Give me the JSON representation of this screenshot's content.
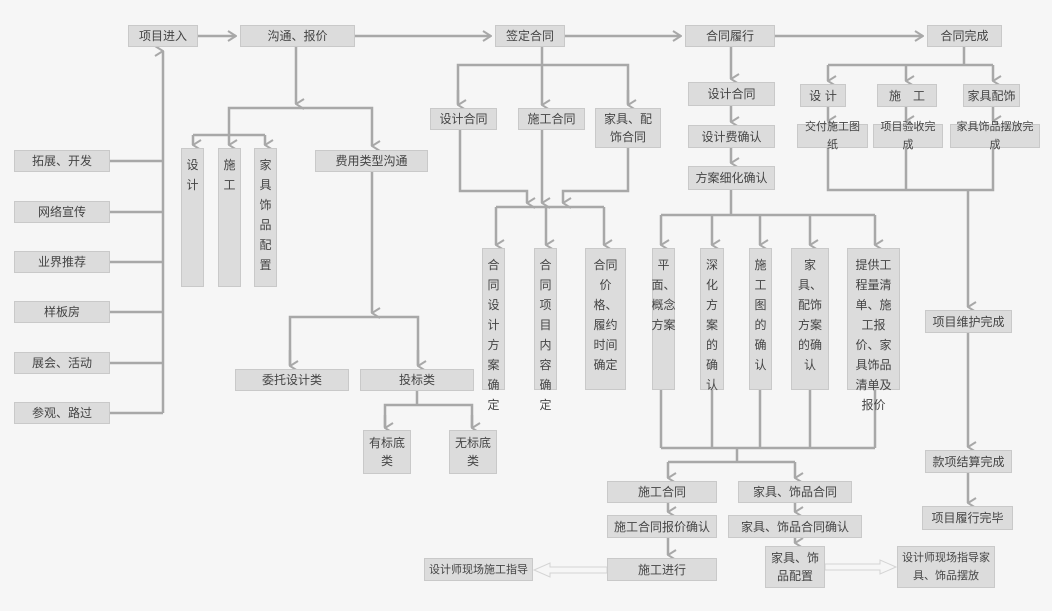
{
  "top": {
    "project_entry": "项目进入",
    "communication_quote": "沟通、报价",
    "sign_contract": "签定合同",
    "contract_execution": "合同履行",
    "contract_complete": "合同完成"
  },
  "sources": [
    "拓展、开发",
    "网络宣传",
    "业界推荐",
    "样板房",
    "展会、活动",
    "参观、路过"
  ],
  "communication": {
    "design": "设计",
    "construction": "施工",
    "furniture": "家具饰品配置",
    "fee_type": "费用类型沟通",
    "commissioned_design": "委托设计类",
    "bidding": "投标类",
    "with_base": "有标底类",
    "without_base": "无标底类"
  },
  "signing": {
    "design_contract": "设计合同",
    "construction_contract": "施工合同",
    "furniture_contract": "家具、配饰合同",
    "design_plan_confirm": "合同设计方案确定",
    "project_content_confirm": "合同项目内容确定",
    "price_time_confirm": "合同价格、履约时间确定"
  },
  "execution": {
    "design_contract": "设计合同",
    "design_fee_confirm": "设计费确认",
    "plan_refine_confirm": "方案细化确认",
    "concept_plan": "平面、概念方案",
    "deepen_plan_confirm": "深化方案的确认",
    "construction_drawing_confirm": "施工图的确认",
    "furniture_plan_confirm": "家具、配饰方案的确认",
    "quote_list": "提供工程量清单、施工报价、家具饰品清单及报价",
    "construction_contract": "施工合同",
    "construction_quote_confirm": "施工合同报价确认",
    "construction_in_progress": "施工进行",
    "designer_site_guidance": "设计师现场施工指导",
    "furniture_contract": "家具、饰品合同",
    "furniture_contract_confirm": "家具、饰品合同确认",
    "furniture_config": "家具、饰品配置",
    "designer_furniture_guidance": "设计师现场指导家具、饰品摆放"
  },
  "completion": {
    "design": "设 计",
    "construction": "施　工",
    "furniture": "家具配饰",
    "deliver_drawings": "交付施工图纸",
    "acceptance_complete": "项目验收完成",
    "furniture_placed": "家具饰品摆放完成",
    "maintenance_complete": "项目维护完成",
    "payment_settled": "款项结算完成",
    "project_finished": "项目履行完毕"
  }
}
